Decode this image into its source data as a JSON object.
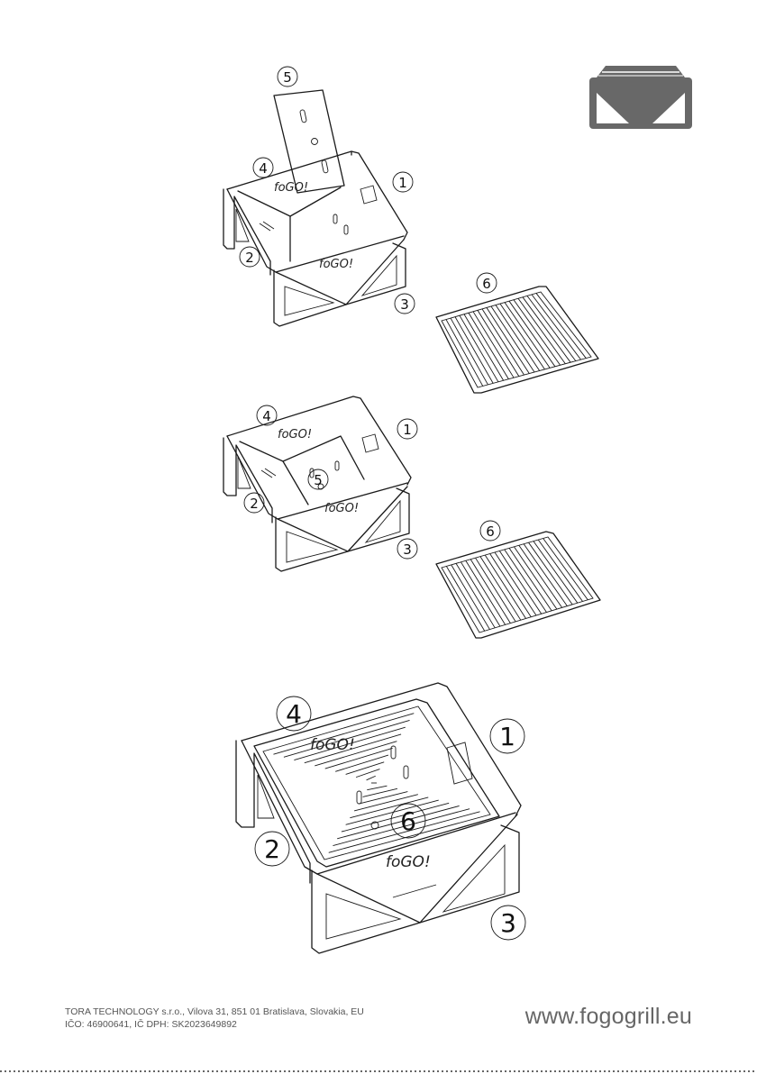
{
  "diagrams": [
    {
      "id": "step-1",
      "labels": [
        "1",
        "2",
        "3",
        "4",
        "5",
        "6"
      ],
      "logo": "foGO!"
    },
    {
      "id": "step-2",
      "labels": [
        "1",
        "2",
        "3",
        "4",
        "5",
        "6"
      ],
      "logo": "foGO!"
    },
    {
      "id": "step-3",
      "labels": [
        "1",
        "2",
        "3",
        "4",
        "6"
      ],
      "logo": "foGO!"
    }
  ],
  "footer": {
    "company_line": "TORA TECHNOLOGY s.r.o., Vilova 31, 851 01 Bratislava, Slovakia, EU",
    "ids_line": "IČO: 46900641, IČ DPH: SK2023649892",
    "website": "www.fogogrill.eu"
  },
  "colors": {
    "line": "#1a1a1a",
    "icon_gray": "#686868",
    "footer_text": "#555555"
  }
}
